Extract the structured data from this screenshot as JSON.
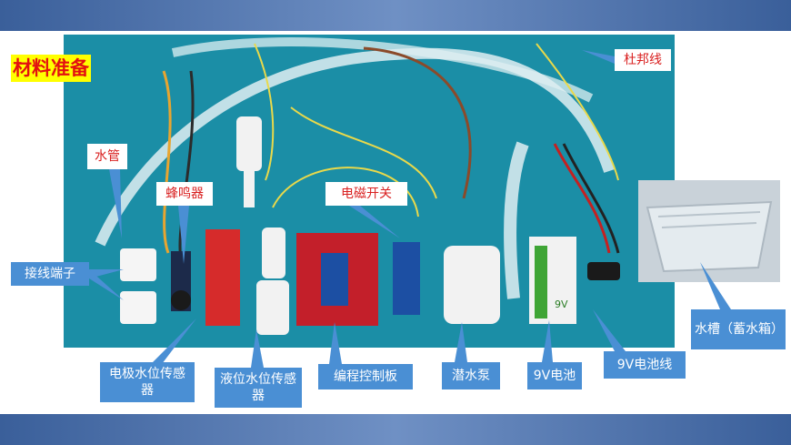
{
  "slide": {
    "title": "材料准备"
  },
  "labels": {
    "dupont_wire": "杜邦线",
    "water_pipe": "水管",
    "buzzer": "蜂鸣器",
    "relay": "电磁开关",
    "terminal": "接线端子",
    "electrode_sensor": "电极水位传感器",
    "float_sensor": "液位水位传感器",
    "controller": "编程控制板",
    "pump": "潜水泵",
    "battery": "9V电池",
    "battery_clip": "9V电池线",
    "tank": "水槽（蓄水箱）"
  },
  "battery_text": "9V",
  "colors": {
    "band": "#4a72b0",
    "photo_bg": "#1b8ea6",
    "label_bg": "#4a8fd4",
    "title_bg": "#ffff00",
    "title_text": "#e31010",
    "red_label_text": "#d92020"
  }
}
